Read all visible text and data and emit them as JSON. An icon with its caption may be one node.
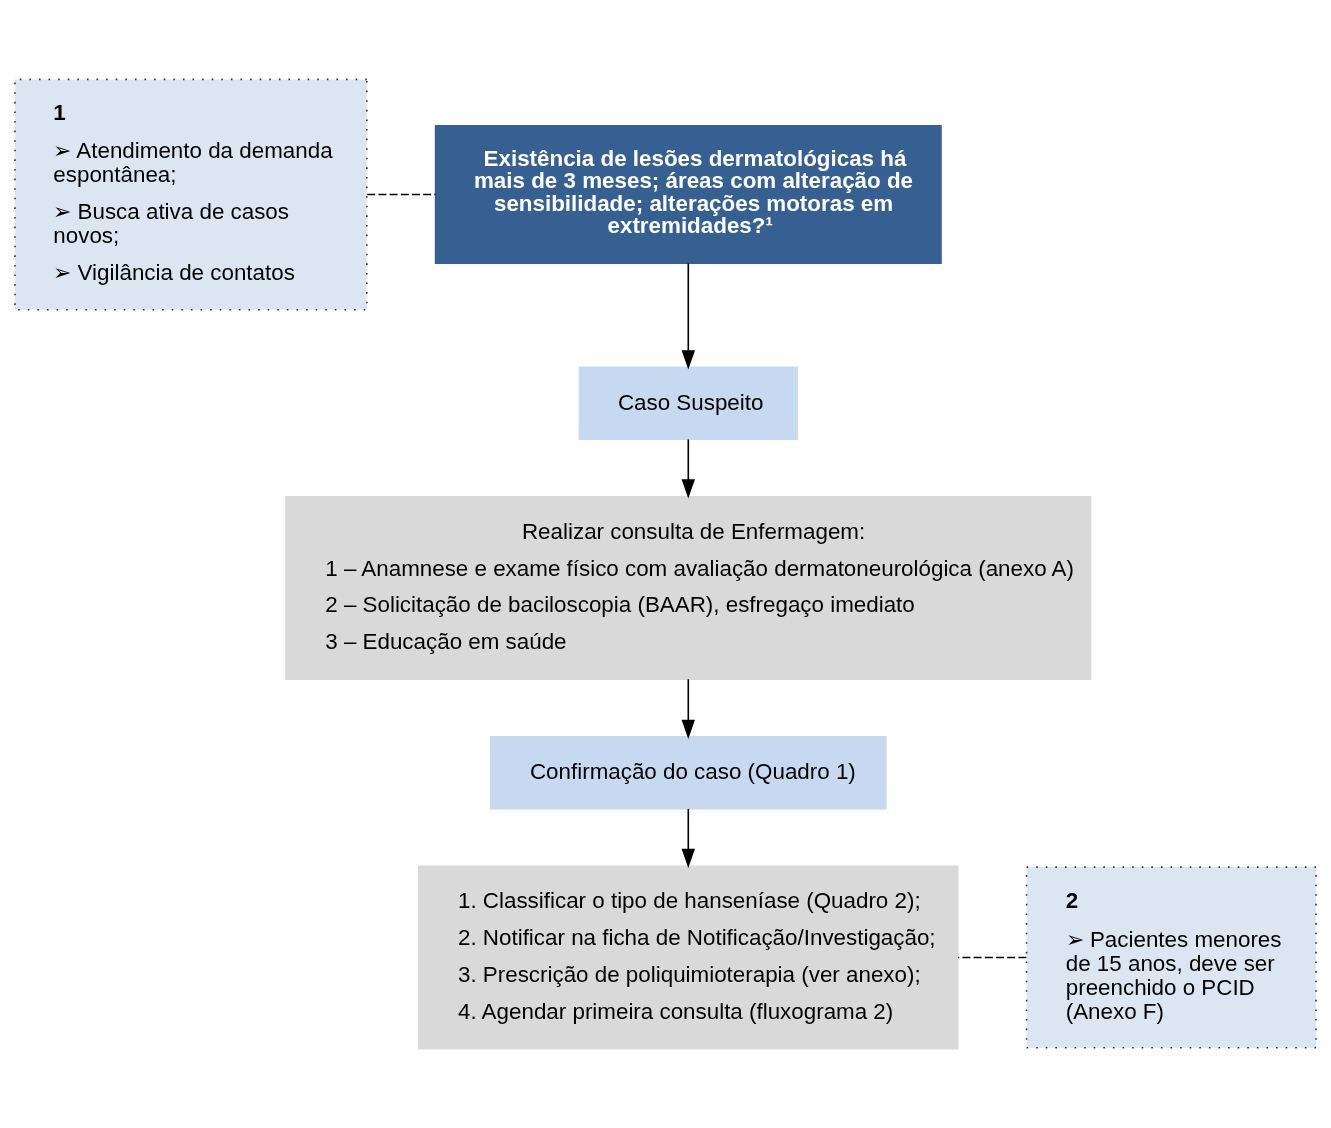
{
  "diagram": {
    "nodes": [
      {
        "text": [
          "1",
          "➢ Atendimento da demanda espontânea;",
          "➢ Busca ativa de casos novos;",
          "➢ Vigilância de contatos"
        ]
      },
      {
        "text": [
          "Existência de lesões dermatológicas há mais de 3 meses; áreas com alteração de sensibilidade; alterações motoras em extremidades?¹"
        ]
      },
      {
        "text": [
          "Caso Suspeito"
        ]
      },
      {
        "text": [
          "Realizar consulta de Enfermagem:",
          "1 – Anamnese e exame físico com avaliação dermatoneurológica (anexo A)",
          "2 – Solicitação de baciloscopia (BAAR), esfregaço imediato",
          "3 – Educação em saúde"
        ]
      },
      {
        "text": [
          "2",
          "➢ Pacientes menores de 15 anos, deve ser preenchido o PCID (Anexo F)"
        ]
      },
      {
        "text": [
          "Confirmação do caso (Quadro 1)"
        ]
      },
      {
        "text": [
          "1. Classificar o tipo de hanseníase (Quadro 2);",
          "2. Notificar na ficha de Notificação/Investigação;",
          "3. Prescrição de poliquimioterapia (ver anexo);",
          "4. Agendar primeira consulta (fluxograma 2)"
        ]
      }
    ],
    "edges": [
      {
        "from": 0,
        "to": 1,
        "arrow": "none",
        "style": "dashed"
      },
      {
        "from": 1,
        "to": 2,
        "arrow": "to"
      },
      {
        "from": 2,
        "to": 3,
        "arrow": "to"
      },
      {
        "from": 3,
        "to": 5,
        "arrow": "to"
      },
      {
        "from": 5,
        "to": 6,
        "arrow": "to"
      },
      {
        "from": 4,
        "to": 6,
        "arrow": "none",
        "style": "dashed"
      }
    ]
  }
}
